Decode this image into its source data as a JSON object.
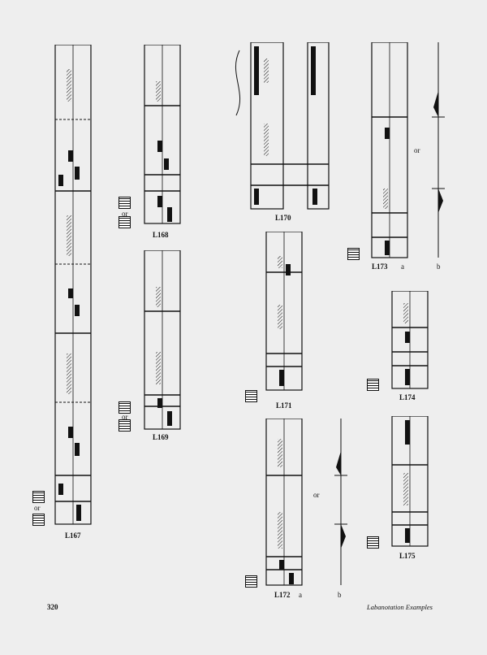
{
  "page": {
    "number": "320",
    "running_title": "Labanotation Examples"
  },
  "examples": {
    "l167": {
      "label": "L167",
      "or": "or"
    },
    "l168": {
      "label": "L168",
      "or": "or"
    },
    "l169": {
      "label": "L169",
      "or": "or"
    },
    "l170": {
      "label": "L170"
    },
    "l171": {
      "label": "L171"
    },
    "l172": {
      "label": "L172",
      "a": "a",
      "b": "b",
      "or": "or"
    },
    "l173": {
      "label": "L173",
      "a": "a",
      "b": "b",
      "or": "or"
    },
    "l174": {
      "label": "L174"
    },
    "l175": {
      "label": "L175"
    }
  }
}
